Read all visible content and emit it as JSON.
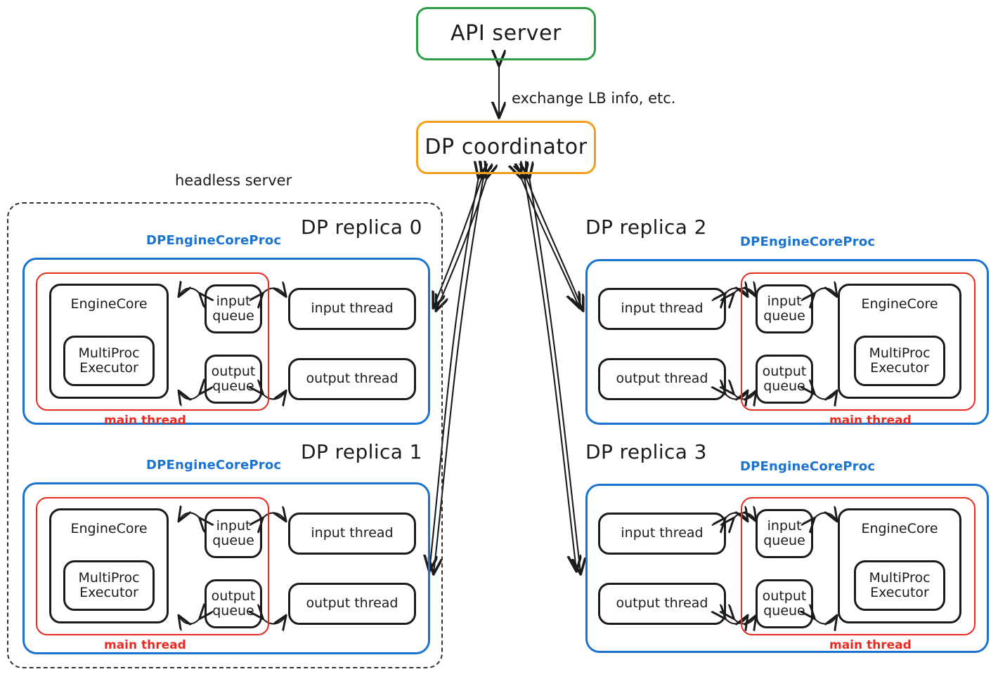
{
  "top": {
    "api_server": "API server",
    "dp_coordinator": "DP coordinator",
    "exchange_label": "exchange LB info, etc."
  },
  "headless_server_label": "headless server",
  "labels": {
    "proc_label": "DPEngineCoreProc",
    "main_thread": "main thread",
    "engine_core": "EngineCore",
    "multiproc_executor": "MultiProc\nExecutor",
    "input_queue": "input\nqueue",
    "output_queue": "output\nqueue",
    "input_thread": "input thread",
    "output_thread": "output thread"
  },
  "replicas": [
    {
      "title": "DP replica 0",
      "orientation": "left",
      "in_headless": true
    },
    {
      "title": "DP replica 1",
      "orientation": "left",
      "in_headless": true
    },
    {
      "title": "DP replica 2",
      "orientation": "right",
      "in_headless": false
    },
    {
      "title": "DP replica 3",
      "orientation": "right",
      "in_headless": false
    }
  ],
  "colors": {
    "api_server_border": "#2e9e44",
    "coordinator_border": "#f0a01e",
    "process_border": "#1a73d0",
    "main_thread_border": "#ea2a22",
    "headless_border": "#333333",
    "box_border": "#1b1b1b",
    "text": "#1b1b1b"
  }
}
